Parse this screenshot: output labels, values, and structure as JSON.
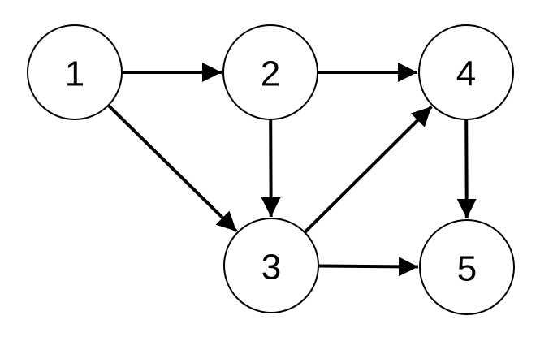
{
  "diagram": {
    "type": "directed-graph",
    "nodes": [
      {
        "id": "1",
        "label": "1"
      },
      {
        "id": "2",
        "label": "2"
      },
      {
        "id": "3",
        "label": "3"
      },
      {
        "id": "4",
        "label": "4"
      },
      {
        "id": "5",
        "label": "5"
      }
    ],
    "edges": [
      {
        "from": "1",
        "to": "2"
      },
      {
        "from": "1",
        "to": "3"
      },
      {
        "from": "2",
        "to": "3"
      },
      {
        "from": "2",
        "to": "4"
      },
      {
        "from": "3",
        "to": "4"
      },
      {
        "from": "3",
        "to": "5"
      },
      {
        "from": "4",
        "to": "5"
      }
    ]
  }
}
